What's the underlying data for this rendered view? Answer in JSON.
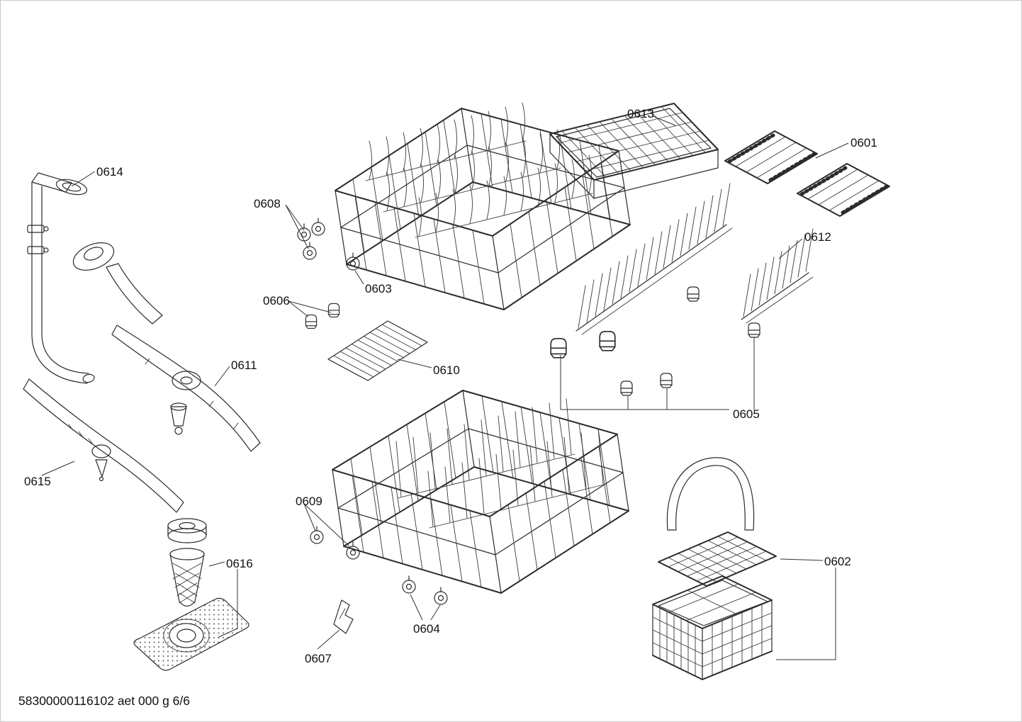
{
  "footer": {
    "text": "58300000116102 aet 000 g 6/6"
  },
  "parts": {
    "p0601": {
      "label": "0601"
    },
    "p0602": {
      "label": "0602"
    },
    "p0603": {
      "label": "0603"
    },
    "p0604": {
      "label": "0604"
    },
    "p0605": {
      "label": "0605"
    },
    "p0606": {
      "label": "0606"
    },
    "p0607": {
      "label": "0607"
    },
    "p0608": {
      "label": "0608"
    },
    "p0609": {
      "label": "0609"
    },
    "p0610": {
      "label": "0610"
    },
    "p0611": {
      "label": "0611"
    },
    "p0612": {
      "label": "0612"
    },
    "p0613": {
      "label": "0613"
    },
    "p0614": {
      "label": "0614"
    },
    "p0615": {
      "label": "0615"
    },
    "p0616": {
      "label": "0616"
    }
  },
  "colors": {
    "line": "#2b2b2b",
    "text": "#111111",
    "background": "#ffffff",
    "border": "#c9c9c9"
  }
}
